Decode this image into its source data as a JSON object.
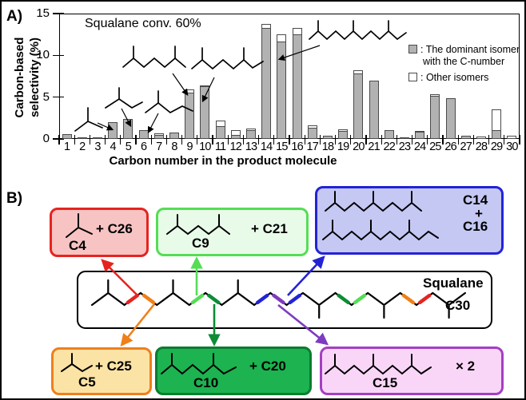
{
  "panel_a": {
    "label": "A)",
    "annotation": "Squalane conv. 60%",
    "y_axis_label_line1": "Carbon-based",
    "y_axis_label_line2": "selectivity (%)",
    "x_axis_label": "Carbon number in the product molecule",
    "legend": {
      "dominant_label_line1": ": The dominant isomer",
      "dominant_label_line2": "with the C-number",
      "other_label": ": Other isomers",
      "dominant_color": "#b2b2b2",
      "other_color": "#ffffff"
    },
    "structure_annotations": [
      "isobutane",
      "2-methylbutane",
      "2-methylpentane",
      "2,6-dimethylheptane",
      "2,6-dimethyloctane",
      "2,6,10-trimethyldodecane"
    ]
  },
  "chart_data": {
    "type": "bar",
    "stacked": true,
    "title": "",
    "xlabel": "Carbon number in the product molecule",
    "ylabel": "Carbon-based selectivity (%)",
    "ylim": [
      0,
      15
    ],
    "yticks": [
      0,
      5,
      10,
      15
    ],
    "grid": false,
    "legend_position": "inside-right",
    "categories": [
      1,
      2,
      3,
      4,
      5,
      6,
      7,
      8,
      9,
      10,
      11,
      12,
      13,
      14,
      15,
      16,
      17,
      18,
      19,
      20,
      21,
      22,
      23,
      24,
      25,
      26,
      27,
      28,
      29,
      30
    ],
    "series": [
      {
        "name": "The dominant isomer with the C-number",
        "color": "#b2b2b2",
        "values": [
          0.6,
          0.15,
          0.2,
          2.0,
          2.4,
          1.1,
          0.45,
          0.8,
          5.5,
          6.3,
          1.5,
          0.5,
          1.1,
          13.3,
          11.7,
          12.5,
          1.3,
          0.35,
          1.0,
          7.8,
          7.0,
          1.1,
          0.2,
          0.85,
          5.2,
          4.9,
          0.4,
          0.1,
          1.1,
          0
        ]
      },
      {
        "name": "Other isomers",
        "color": "#ffffff",
        "values": [
          0,
          0,
          0,
          0,
          0,
          0,
          0.2,
          0,
          0.4,
          0.15,
          0.7,
          0.6,
          0.15,
          0.5,
          0.8,
          0.8,
          0.3,
          0,
          0.15,
          0.4,
          0,
          0,
          0,
          0.1,
          0.2,
          0,
          0,
          0.2,
          2.4,
          0.4
        ]
      }
    ]
  },
  "panel_b": {
    "label": "B)",
    "center_box": {
      "name": "Squalane",
      "formula": "C30",
      "fill": "#ffffff",
      "border": "#000000"
    },
    "boxes": [
      {
        "formula": "C4",
        "partner": "+ C26",
        "fill": "#f7c3c3",
        "border": "#e52420",
        "structure": "isobutane"
      },
      {
        "formula": "C9",
        "partner": "+ C21",
        "fill": "#e8fbe8",
        "border": "#55dd55",
        "structure": "2,6-dimethylheptane"
      },
      {
        "formula_top": "C14",
        "plus": "+",
        "formula_bottom": "C16",
        "fill": "#c5c8f3",
        "border": "#2323d6",
        "structures": [
          "2,6,10-trimethylundecane",
          "2,6,10-trimethyltridecane"
        ]
      },
      {
        "formula": "C5",
        "partner": "+ C25",
        "fill": "#fbe3a5",
        "border": "#ee7f1c",
        "structure": "2-methylbutane"
      },
      {
        "formula": "C10",
        "partner": "+ C20",
        "fill": "#1cb350",
        "border": "#0b7c31",
        "structure": "2,6-dimethyloctane"
      },
      {
        "formula": "C15",
        "partner": "× 2",
        "fill": "#f9d6f8",
        "border": "#a43fc2",
        "structure": "2,6,10-trimethyldodecane"
      }
    ],
    "arrow_colors": {
      "red": "#e52420",
      "orange": "#f08018",
      "light_green": "#55dd55",
      "dark_green": "#0d8c35",
      "blue": "#2323d6",
      "purple": "#7d3cc0"
    }
  }
}
